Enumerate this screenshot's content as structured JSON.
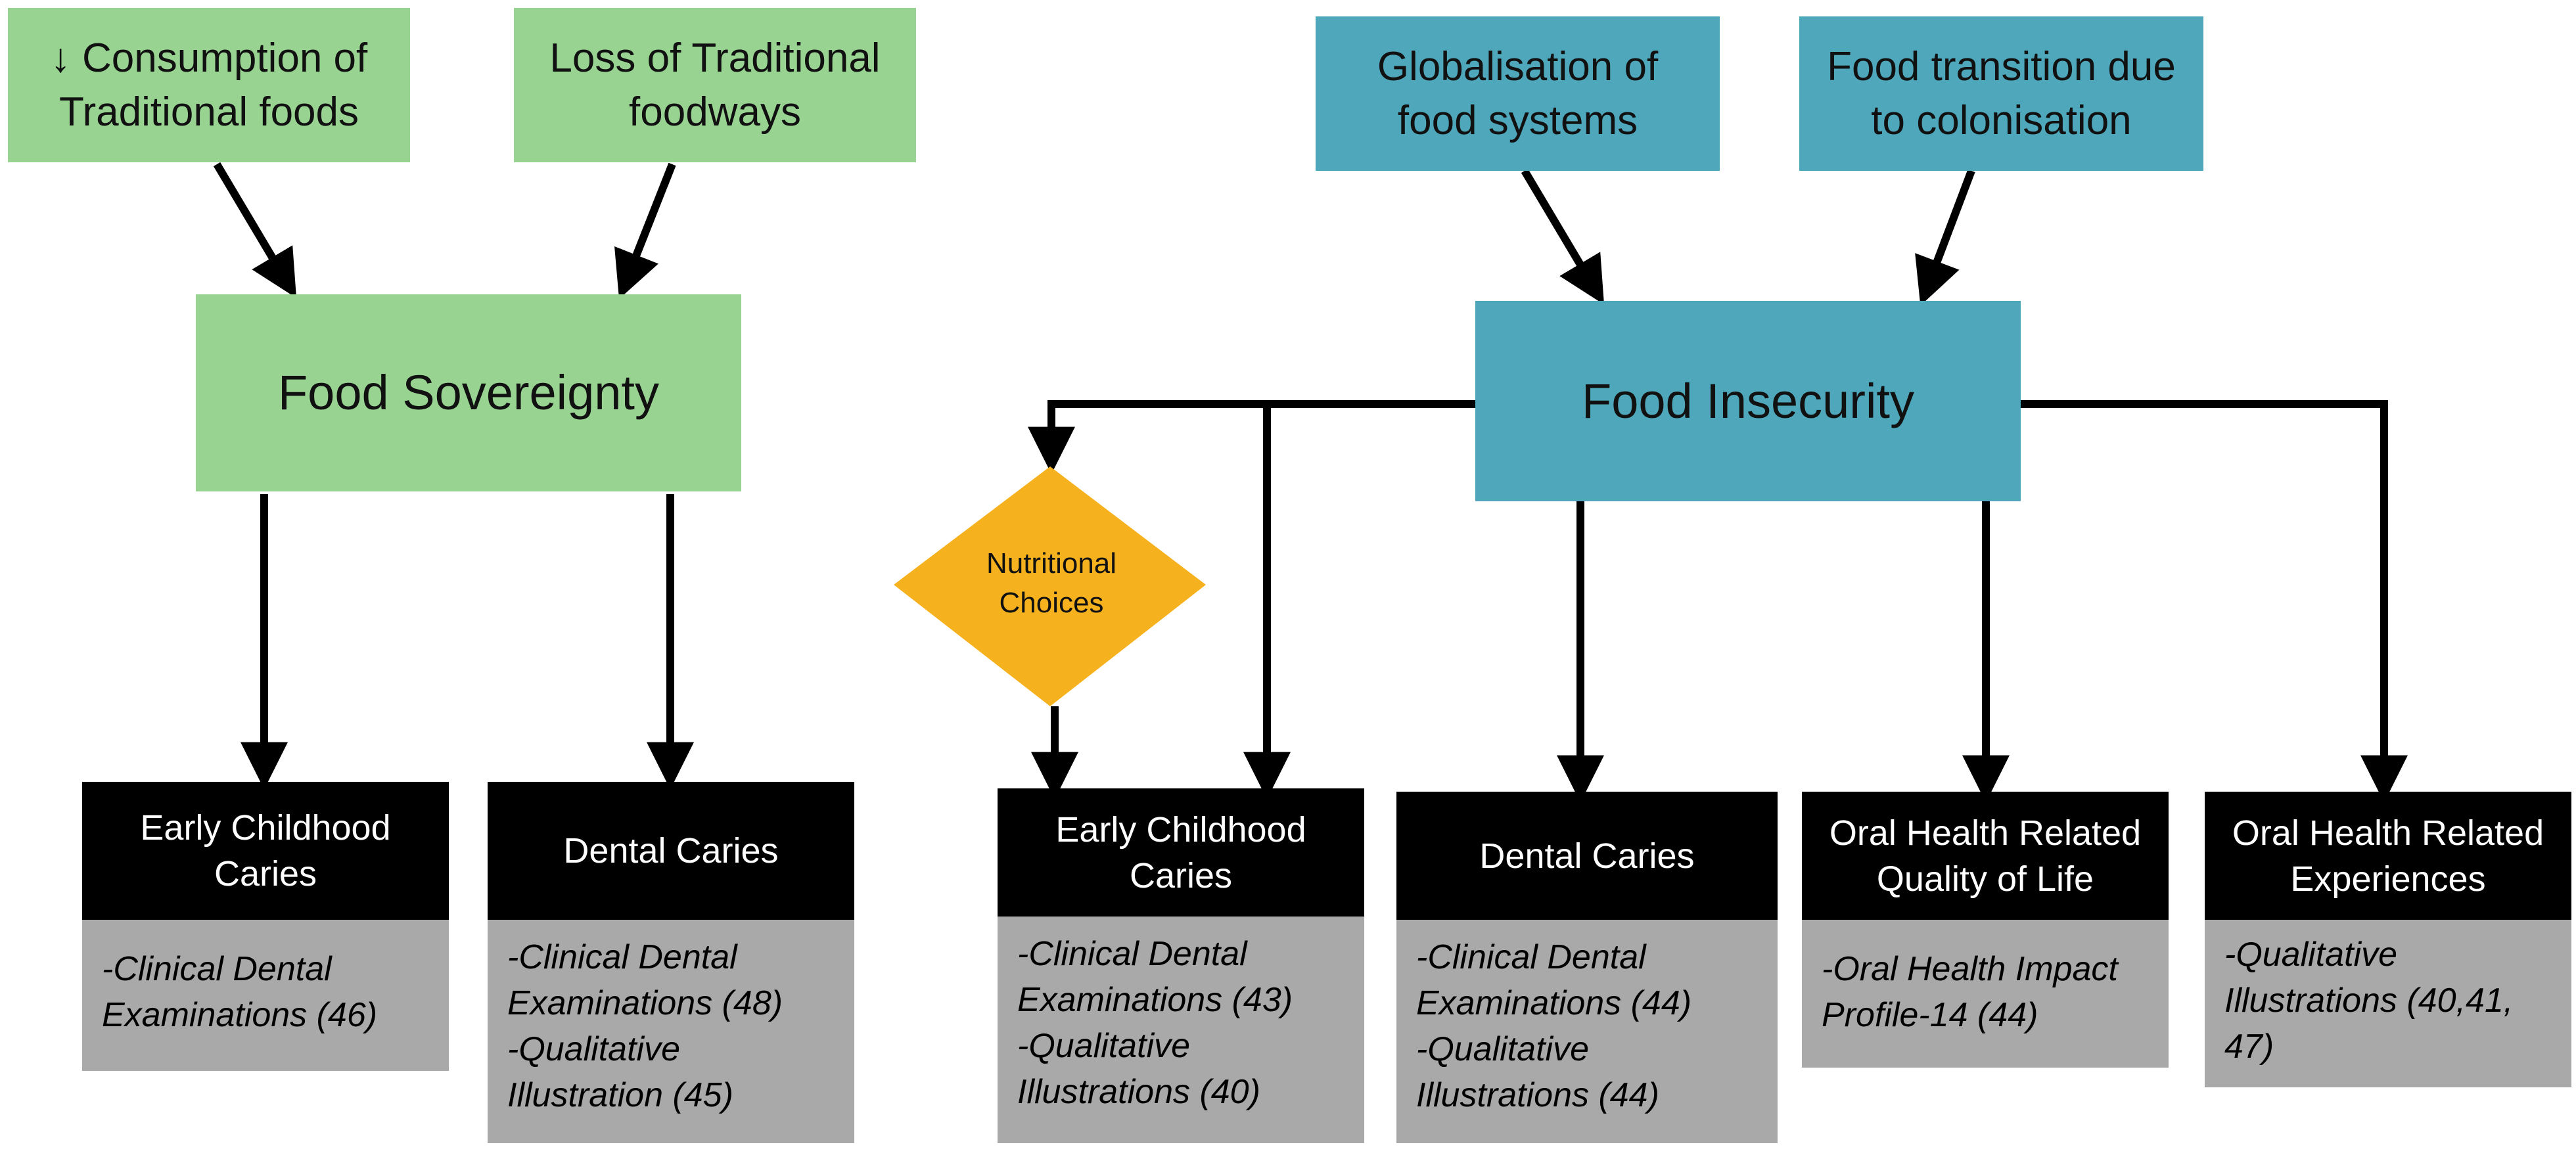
{
  "left": {
    "top_boxes": [
      {
        "label": "↓ Consumption of\nTraditional foods"
      },
      {
        "label": "Loss of Traditional\nfoodways"
      }
    ],
    "main": {
      "label": "Food Sovereignty"
    },
    "outcomes": [
      {
        "title": "Early Childhood\nCaries",
        "source": "-Clinical Dental\nExaminations (46)"
      },
      {
        "title": "Dental Caries",
        "source": "-Clinical Dental\nExaminations (48)\n-Qualitative\nIllustration (45)"
      }
    ]
  },
  "right": {
    "top_boxes": [
      {
        "label": "Globalisation of\nfood systems"
      },
      {
        "label": "Food transition due\nto colonisation"
      }
    ],
    "main": {
      "label": "Food Insecurity"
    },
    "diamond": {
      "label": "Nutritional\nChoices"
    },
    "outcomes": [
      {
        "title": "Early Childhood\nCaries",
        "source": "-Clinical Dental\nExaminations (43)\n-Qualitative\nIllustrations (40)"
      },
      {
        "title": "Dental Caries",
        "source": "-Clinical Dental\nExaminations (44)\n-Qualitative\nIllustrations (44)"
      },
      {
        "title": "Oral Health Related\nQuality of Life",
        "source": "-Oral Health Impact\nProfile-14 (44)"
      },
      {
        "title": "Oral Health Related\nExperiences",
        "source": "-Qualitative\nIllustrations (40,41,\n47)"
      }
    ]
  },
  "colors": {
    "green": "#98d392",
    "teal": "#4ea7ba",
    "diamond": "#f6b21e",
    "outcome_header": "#000000",
    "source_box": "#a9a9a9"
  }
}
